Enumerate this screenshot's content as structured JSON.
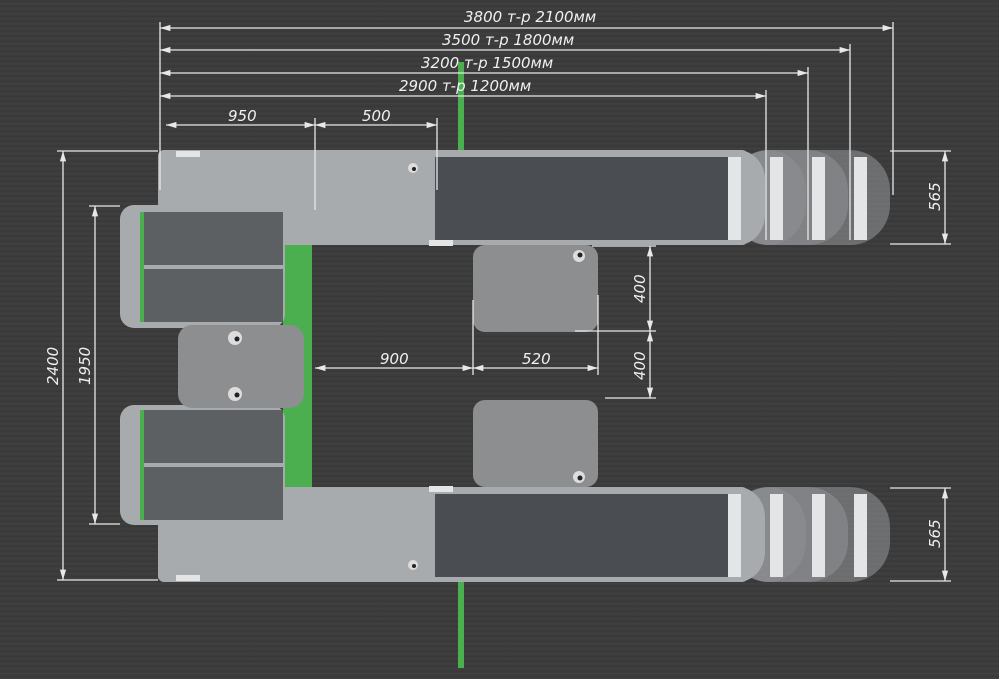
{
  "title": "Lift platform plan dimensions",
  "colors": {
    "rail": "#a8abad",
    "belt": "#4a4d51",
    "accent": "#4caf4f",
    "dimension": "#e8e8e8"
  },
  "overall_lengths": [
    "3800 т-р 2100мм",
    "3500 т-р 1800мм",
    "3200 т-р 1500мм",
    "2900 т-р 1200мм"
  ],
  "dimensions": {
    "top_left": "950",
    "top_mid": "500",
    "middle_left": "900",
    "middle_right": "520",
    "pad_upper": "400",
    "pad_gap": "400",
    "total_width": "2400",
    "inner_width": "1950",
    "rail_width_top": "565",
    "rail_width_bottom": "565"
  }
}
